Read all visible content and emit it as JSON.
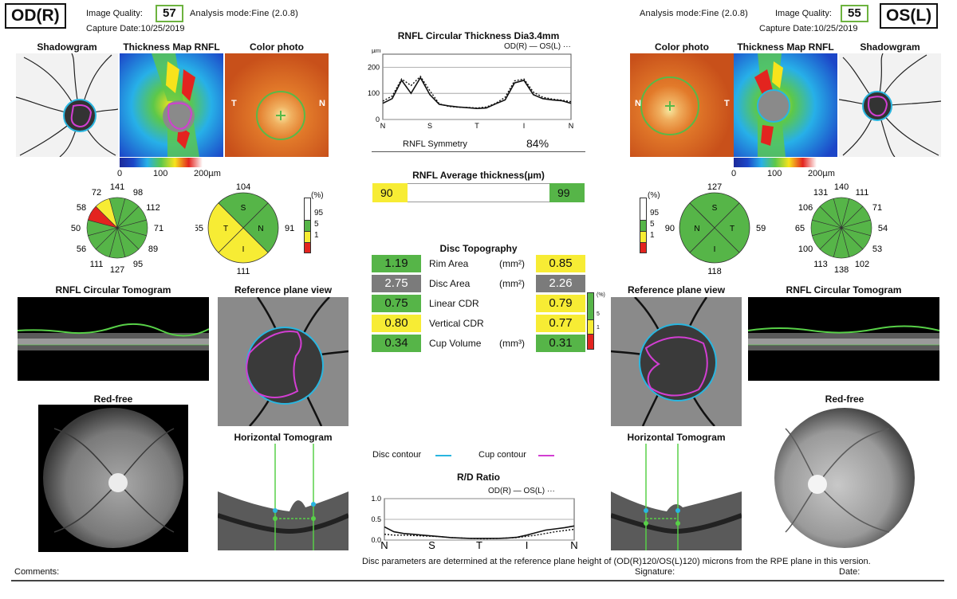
{
  "od": {
    "eye_label": "OD(R)",
    "image_quality_label": "Image Quality:",
    "image_quality": "57",
    "analysis_mode": "Analysis mode:Fine (2.0.8)",
    "capture_date": "Capture Date:10/25/2019",
    "shadowgram_label": "Shadowgram",
    "thickness_map_label": "Thickness Map RNFL",
    "color_photo_label": "Color photo",
    "photo_t": "T",
    "photo_n": "N",
    "colorbar_ticks": [
      "0",
      "100",
      "200µm"
    ],
    "clock_hours": [
      "141",
      "98",
      "112",
      "71",
      "89",
      "95",
      "127",
      "111",
      "56",
      "50",
      "58",
      "72"
    ],
    "quadrants": {
      "S": "104",
      "N": "91",
      "I": "111",
      "T": "55"
    },
    "quadrant_letters": {
      "S": "S",
      "N": "N",
      "I": "I",
      "T": "T"
    },
    "tomogram_label": "RNFL Circular Tomogram",
    "reference_plane_label": "Reference plane view",
    "red_free_label": "Red-free",
    "horizontal_tomogram_label": "Horizontal Tomogram"
  },
  "os": {
    "eye_label": "OS(L)",
    "image_quality_label": "Image Quality:",
    "image_quality": "55",
    "analysis_mode": "Analysis mode:Fine (2.0.8)",
    "capture_date": "Capture Date:10/25/2019",
    "shadowgram_label": "Shadowgram",
    "thickness_map_label": "Thickness Map RNFL",
    "color_photo_label": "Color photo",
    "photo_t": "T",
    "photo_n": "N",
    "colorbar_ticks": [
      "0",
      "100",
      "200µm"
    ],
    "clock_hours": [
      "140",
      "111",
      "71",
      "54",
      "53",
      "102",
      "138",
      "113",
      "100",
      "65",
      "106",
      "131"
    ],
    "quadrants": {
      "S": "127",
      "T": "59",
      "I": "118",
      "N": "90"
    },
    "quadrant_letters": {
      "S": "S",
      "N": "N",
      "I": "I",
      "T": "T"
    },
    "tomogram_label": "RNFL Circular Tomogram",
    "reference_plane_label": "Reference plane view",
    "red_free_label": "Red-free",
    "horizontal_tomogram_label": "Horizontal Tomogram"
  },
  "legend_pct": {
    "title": "(%)",
    "levels": [
      "95",
      "5",
      "1"
    ]
  },
  "center": {
    "thickness_title": "RNFL Circular Thickness Dia3.4mm",
    "thickness_legend": "OD(R) — OS(L) ···",
    "symmetry_label": "RNFL Symmetry",
    "symmetry_value": "84%",
    "avg_title": "RNFL Average thickness(µm)",
    "avg_od": "90",
    "avg_os": "99",
    "disc_title": "Disc Topography",
    "disc_rows": [
      {
        "label": "Rim Area",
        "unit": "(mm²)",
        "od": "1.19",
        "os": "0.85",
        "od_color": "g",
        "os_color": "y"
      },
      {
        "label": "Disc Area",
        "unit": "(mm²)",
        "od": "2.75",
        "os": "2.26",
        "od_color": "gr",
        "os_color": "gr"
      },
      {
        "label": "Linear CDR",
        "unit": "",
        "od": "0.75",
        "os": "0.79",
        "od_color": "g",
        "os_color": "y"
      },
      {
        "label": "Vertical CDR",
        "unit": "",
        "od": "0.80",
        "os": "0.77",
        "od_color": "y",
        "os_color": "y"
      },
      {
        "label": "Cup Volume",
        "unit": "(mm³)",
        "od": "0.34",
        "os": "0.31",
        "od_color": "g",
        "os_color": "g"
      }
    ],
    "mini_legend": [
      "(%)",
      "5",
      "1"
    ],
    "disc_contour_label": "Disc contour",
    "cup_contour_label": "Cup contour",
    "rd_title": "R/D Ratio",
    "rd_legend": "OD(R) — OS(L) ···"
  },
  "footer": {
    "comments": "Comments:",
    "note": "Disc parameters are determined at the reference plane height of (OD(R)120/OS(L)120) microns from the RPE plane in this version.",
    "signature": "Signature:",
    "date": "Date:"
  },
  "chart_data": [
    {
      "type": "line",
      "title": "RNFL Circular Thickness Dia3.4mm",
      "ylabel": "µm",
      "ylim": [
        0,
        250
      ],
      "yticks": [
        0,
        100,
        200
      ],
      "xticklabels": [
        "N",
        "S",
        "T",
        "I",
        "N"
      ],
      "x": [
        0,
        5,
        10,
        15,
        20,
        25,
        30,
        35,
        40,
        45,
        50,
        55,
        60,
        65,
        70,
        75,
        80,
        85,
        90,
        95,
        100
      ],
      "series": [
        {
          "name": "OD(R)",
          "style": "solid",
          "values": [
            62,
            80,
            150,
            100,
            160,
            95,
            58,
            52,
            48,
            45,
            42,
            44,
            60,
            75,
            140,
            150,
            95,
            80,
            75,
            72,
            62
          ]
        },
        {
          "name": "OS(L)",
          "style": "dotted",
          "values": [
            70,
            90,
            155,
            130,
            165,
            110,
            60,
            50,
            47,
            46,
            44,
            48,
            62,
            85,
            148,
            155,
            105,
            85,
            78,
            74,
            68
          ]
        }
      ]
    },
    {
      "type": "line",
      "title": "R/D Ratio",
      "ylim": [
        0,
        1.0
      ],
      "yticks": [
        0.0,
        0.5,
        1.0
      ],
      "xticklabels": [
        "N",
        "S",
        "T",
        "I",
        "N"
      ],
      "x": [
        0,
        5,
        10,
        15,
        20,
        25,
        30,
        35,
        40,
        45,
        50,
        55,
        60,
        65,
        70,
        75,
        80,
        85,
        90,
        95,
        100
      ],
      "series": [
        {
          "name": "OD(R)",
          "style": "solid",
          "values": [
            0.32,
            0.2,
            0.16,
            0.14,
            0.12,
            0.1,
            0.08,
            0.06,
            0.05,
            0.04,
            0.04,
            0.04,
            0.04,
            0.05,
            0.07,
            0.12,
            0.18,
            0.24,
            0.27,
            0.3,
            0.34
          ]
        },
        {
          "name": "OS(L)",
          "style": "dotted",
          "values": [
            0.14,
            0.12,
            0.12,
            0.11,
            0.1,
            0.09,
            0.08,
            0.06,
            0.05,
            0.04,
            0.03,
            0.03,
            0.04,
            0.05,
            0.06,
            0.09,
            0.12,
            0.16,
            0.2,
            0.23,
            0.26
          ]
        }
      ]
    }
  ]
}
